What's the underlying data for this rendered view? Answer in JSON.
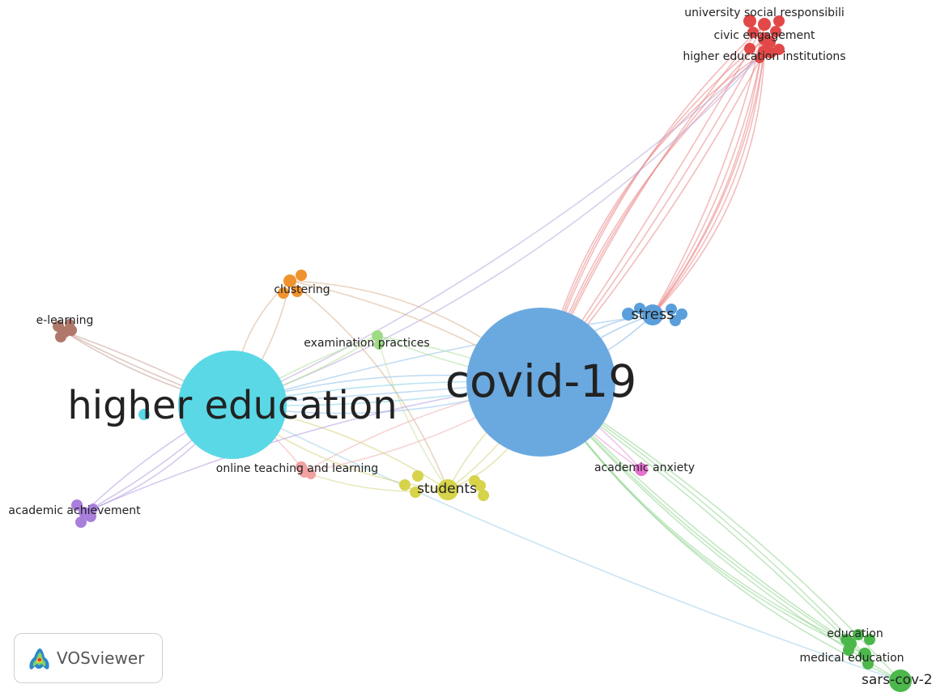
{
  "network": {
    "nodes": [
      {
        "id": "higher-education",
        "label": "higher education",
        "color": "#5ad8e6"
      },
      {
        "id": "covid-19",
        "label": "covid-19",
        "color": "#6aa9e0"
      },
      {
        "id": "stress",
        "label": "stress",
        "color": "#5a9fdc"
      },
      {
        "id": "clustering",
        "label": "clustering",
        "color": "#f0932e"
      },
      {
        "id": "e-learning",
        "label": "e-learning",
        "color": "#b0786a"
      },
      {
        "id": "examination-practices",
        "label": "examination practices",
        "color": "#9ddc85"
      },
      {
        "id": "online-teaching-and-learning",
        "label": "online teaching and learning",
        "color": "#f2a0a0"
      },
      {
        "id": "students",
        "label": "students",
        "color": "#d7d34a"
      },
      {
        "id": "academic-achievement",
        "label": "academic achievement",
        "color": "#a97fdc"
      },
      {
        "id": "academic-anxiety",
        "label": "academic anxiety",
        "color": "#e870d0"
      },
      {
        "id": "university-social-responsibility",
        "label": "university social responsibili",
        "color": "#e24848"
      },
      {
        "id": "civic-engagement",
        "label": "civic engagement",
        "color": "#e24848"
      },
      {
        "id": "higher-education-institutions",
        "label": "higher education institutions",
        "color": "#e24848"
      },
      {
        "id": "education",
        "label": "education",
        "color": "#4cb84c"
      },
      {
        "id": "medical-education",
        "label": "medical education",
        "color": "#4cb84c"
      },
      {
        "id": "sars-cov-2",
        "label": "sars-cov-2",
        "color": "#4cb84c"
      }
    ]
  },
  "logo": {
    "name": "VOSviewer",
    "icon": "vosviewer-logo-icon"
  }
}
